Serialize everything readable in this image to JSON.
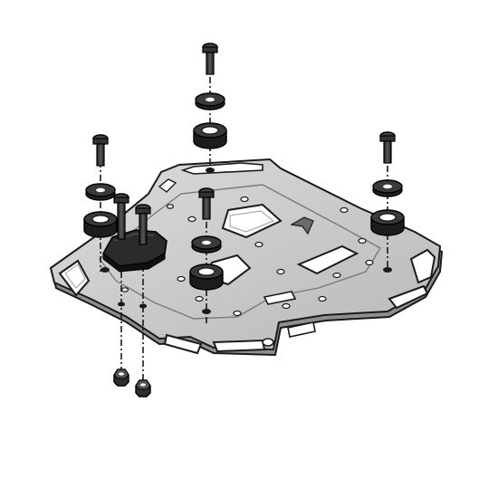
{
  "diagram": {
    "subject": "exploded-mounting-diagram",
    "parts": {
      "rack": "luggage-rack-plate",
      "bolts": "socket-head-bolt",
      "washers": "rubber-washer",
      "spacers": "rubber-spacer",
      "nuts": "hex-nut",
      "bracket": "rubber-bracket"
    },
    "colors": {
      "plate_fill": "#c9c9c9",
      "plate_shadow": "#8f8f8f",
      "outline": "#1a1a1a",
      "rubber": "#2b2b2b",
      "bolt": "#2f2f2f",
      "axis_line": "#1a1a1a",
      "background": "#ffffff"
    }
  }
}
